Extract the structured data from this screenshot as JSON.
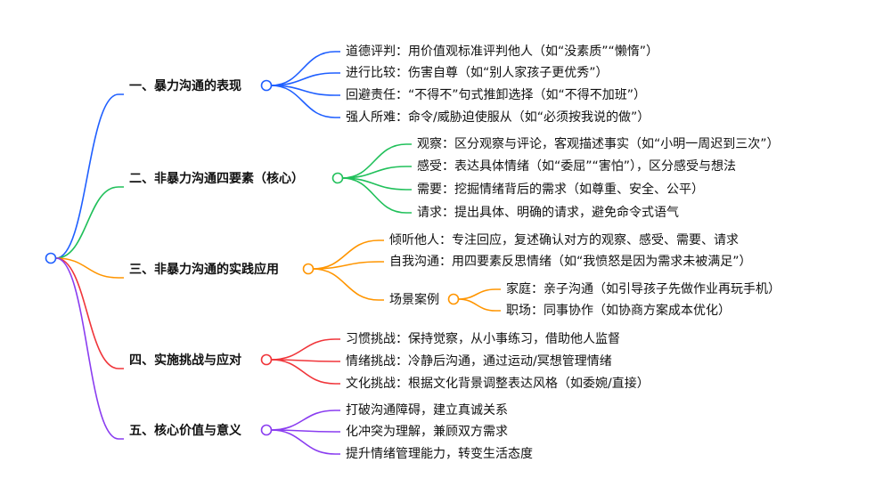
{
  "colors": {
    "blue": "#1f5fff",
    "green": "#20c05a",
    "orange": "#ff9500",
    "red": "#f0353a",
    "purple": "#8a3df0"
  },
  "branches": [
    {
      "label": "一、暴力沟通的表现",
      "children": [
        "道德评判：用价值观标准评判他人（如“没素质”“懒惰”）",
        "进行比较：伤害自尊（如“别人家孩子更优秀”）",
        "回避责任：“不得不”句式推卸选择（如“不得不加班”）",
        "强人所难：命令/威胁迫使服从（如“必须按我说的做”）"
      ]
    },
    {
      "label": "二、非暴力沟通四要素（核心）",
      "children": [
        "观察：区分观察与评论，客观描述事实（如“小明一周迟到三次”）",
        "感受：表达具体情绪（如“委屈”“害怕”），区分感受与想法",
        "需要：挖掘情绪背后的需求（如尊重、安全、公平）",
        "请求：提出具体、明确的请求，避免命令式语气"
      ]
    },
    {
      "label": "三、非暴力沟通的实践应用",
      "children": [
        "倾听他人：专注回应，复述确认对方的观察、感受、需要、请求",
        "自我沟通：用四要素反思情绪（如“我愤怒是因为需求未被满足”）",
        "场景案例"
      ],
      "cases": [
        "家庭：亲子沟通（如引导孩子先做作业再玩手机）",
        "职场：同事协作（如协商方案成本优化）"
      ]
    },
    {
      "label": "四、实施挑战与应对",
      "children": [
        "习惯挑战：保持觉察，从小事练习，借助他人监督",
        "情绪挑战：冷静后沟通，通过运动/冥想管理情绪",
        "文化挑战：根据文化背景调整表达风格（如委婉/直接）"
      ]
    },
    {
      "label": "五、核心价值与意义",
      "children": [
        "打破沟通障碍，建立真诚关系",
        "化冲突为理解，兼顾双方需求",
        "提升情绪管理能力，转变生活态度"
      ]
    }
  ]
}
